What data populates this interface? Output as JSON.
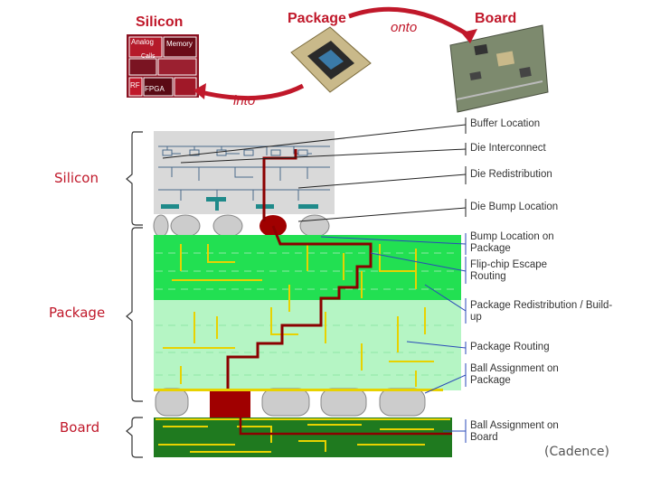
{
  "top_row": {
    "silicon_label": "Silicon",
    "package_label": "Package",
    "board_label": "Board",
    "onto_label": "onto",
    "into_label": "into",
    "chip_blocks": [
      "Analog",
      "Memory",
      "Calls",
      "RF",
      "FPGA"
    ]
  },
  "side_labels": {
    "silicon": "Silicon",
    "package": "Package",
    "board": "Board"
  },
  "annotations": [
    "Buffer Location",
    "Die Interconnect",
    "Die Redistribution",
    "Die Bump Location",
    "Bump Location on Package",
    "Flip-chip Escape Routing",
    "Package Redistribution / Build-up",
    "Package Routing",
    "Ball Assignment on Package",
    "Ball Assignment on Board"
  ],
  "credit": "(Cadence)",
  "colors": {
    "accent_red": "#c0182a",
    "trace_red": "#8b0000",
    "package_green": "#22e052",
    "buildup_green": "#b5f5c4",
    "board_green": "#1f7a1f",
    "trace_yellow": "#e8d200",
    "die_gray": "#d9d9d9"
  }
}
